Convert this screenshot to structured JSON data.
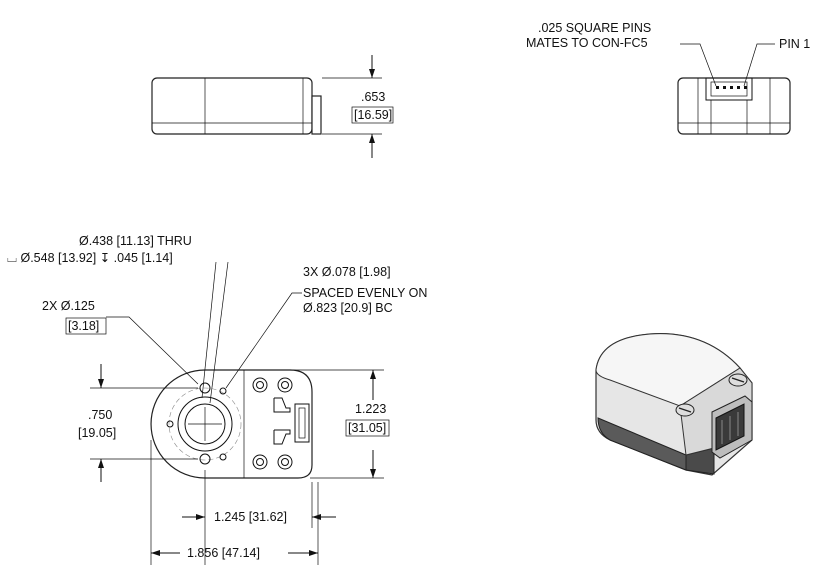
{
  "side_view": {
    "height_in": ".653",
    "height_mm": "[16.59]"
  },
  "end_view": {
    "pin_note_line1": ".025 SQUARE PINS",
    "pin_note_line2": "MATES TO CON-FC5",
    "pin1_label": "PIN 1"
  },
  "top_view": {
    "thru_hole": "Ø.438 [11.13] THRU",
    "counterbore": "⌴ Ø.548 [13.92] ↧ .045 [1.14]",
    "mount_holes_line1": "3X Ø.078 [1.98]",
    "mount_holes_line2": "SPACED EVENLY ON",
    "mount_holes_line3": "Ø.823 [20.9] BC",
    "pin_holes_line1": "2X Ø.125",
    "pin_holes_line2": "[3.18]",
    "spacing_in": ".750",
    "spacing_mm": "[19.05]",
    "height_in": "1.223",
    "height_mm": "[31.05]",
    "width1": "1.245 [31.62]",
    "width2": "1.856 [47.14]"
  }
}
